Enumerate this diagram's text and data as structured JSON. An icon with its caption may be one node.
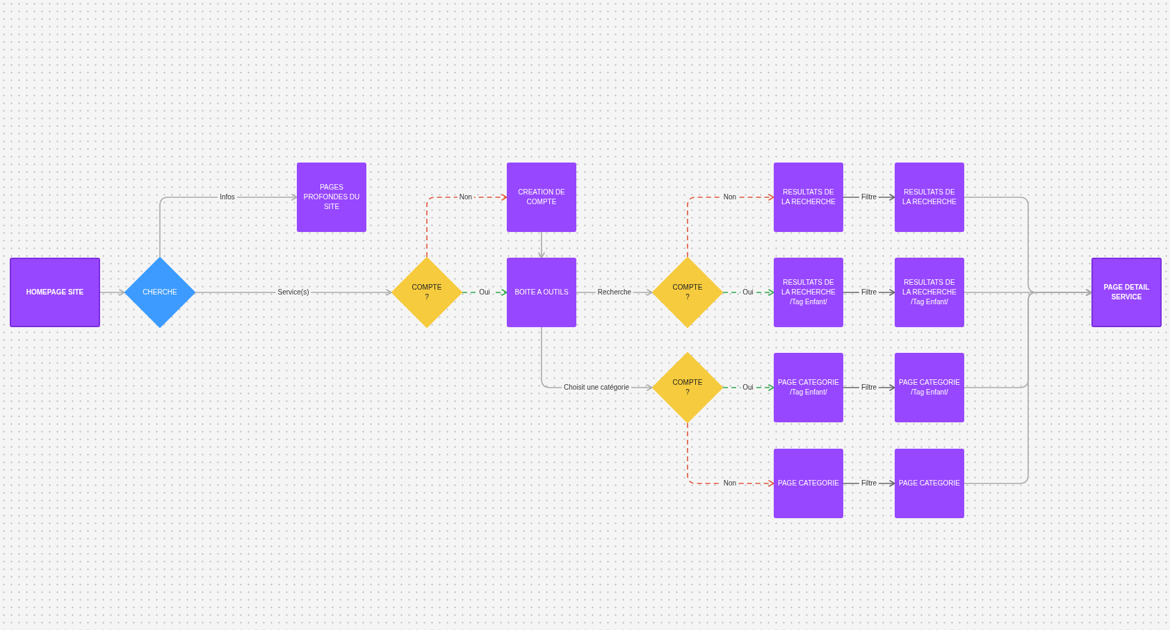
{
  "diagram": {
    "nodes": [
      {
        "text": [
          "HOMEPAGE SITE"
        ]
      },
      {
        "text": [
          "CHERCHE"
        ]
      },
      {
        "text": [
          "PAGES PROFONDES DU SITE"
        ]
      },
      {
        "text": [
          "COMPTE ?"
        ]
      },
      {
        "text": [
          "CREATION DE COMPTE"
        ]
      },
      {
        "text": [
          "BOITE A OUTILS"
        ]
      },
      {
        "text": [
          "COMPTE ?"
        ]
      },
      {
        "text": [
          "COMPTE ?"
        ]
      },
      {
        "text": [
          "RESULTATS DE LA RECHERCHE"
        ]
      },
      {
        "text": [
          "RESULTATS DE LA RECHERCHE"
        ]
      },
      {
        "text": [
          "RESULTATS DE LA RECHERCHE",
          "/Tag Enfant/"
        ]
      },
      {
        "text": [
          "RESULTATS DE LA RECHERCHE",
          "/Tag Enfant/"
        ]
      },
      {
        "text": [
          "PAGE CATEGORIE",
          "/Tag Enfant/"
        ]
      },
      {
        "text": [
          "PAGE CATEGORIE",
          "/Tag Enfant/"
        ]
      },
      {
        "text": [
          "PAGE CATEGORIE"
        ]
      },
      {
        "text": [
          "PAGE CATEGORIE"
        ]
      },
      {
        "text": [
          "PAGE DETAIL SERVICE"
        ]
      }
    ],
    "edges": [
      {
        "from": 0,
        "to": 1,
        "arrow": "to"
      },
      {
        "from": 1,
        "to": 2,
        "label": "Infos",
        "arrow": "to"
      },
      {
        "from": 1,
        "to": 3,
        "label": "Service(s)",
        "arrow": "to"
      },
      {
        "from": 3,
        "to": 4,
        "label": "Non",
        "arrow": "to",
        "style": "dashed",
        "color": "#e0553a"
      },
      {
        "from": 3,
        "to": 5,
        "label": "Oui",
        "arrow": "to",
        "style": "dashed",
        "color": "#2ea84a"
      },
      {
        "from": 4,
        "to": 5,
        "arrow": "to"
      },
      {
        "from": 5,
        "to": 6,
        "label": "Recherche",
        "arrow": "to"
      },
      {
        "from": 5,
        "to": 7,
        "label": "Choisit une catégorie",
        "arrow": "to"
      },
      {
        "from": 6,
        "to": 8,
        "label": "Non",
        "arrow": "to",
        "style": "dashed",
        "color": "#e0553a"
      },
      {
        "from": 6,
        "to": 10,
        "label": "Oui",
        "arrow": "to",
        "style": "dashed",
        "color": "#2ea84a"
      },
      {
        "from": 7,
        "to": 12,
        "label": "Oui",
        "arrow": "to",
        "style": "dashed",
        "color": "#2ea84a"
      },
      {
        "from": 7,
        "to": 14,
        "label": "Non",
        "arrow": "to",
        "style": "dashed",
        "color": "#e0553a"
      },
      {
        "from": 8,
        "to": 9,
        "label": "Filtre",
        "arrow": "to",
        "color": "#666666"
      },
      {
        "from": 10,
        "to": 11,
        "label": "Filtre",
        "arrow": "to",
        "color": "#666666"
      },
      {
        "from": 12,
        "to": 13,
        "label": "Filtre",
        "arrow": "to",
        "color": "#666666"
      },
      {
        "from": 14,
        "to": 15,
        "label": "Filtre",
        "arrow": "to",
        "color": "#666666"
      },
      {
        "from": 9,
        "to": 16,
        "arrow": "to"
      },
      {
        "from": 11,
        "to": 16,
        "arrow": "to"
      },
      {
        "from": 13,
        "to": 16,
        "arrow": "to"
      },
      {
        "from": 15,
        "to": 16,
        "arrow": "to"
      }
    ]
  }
}
